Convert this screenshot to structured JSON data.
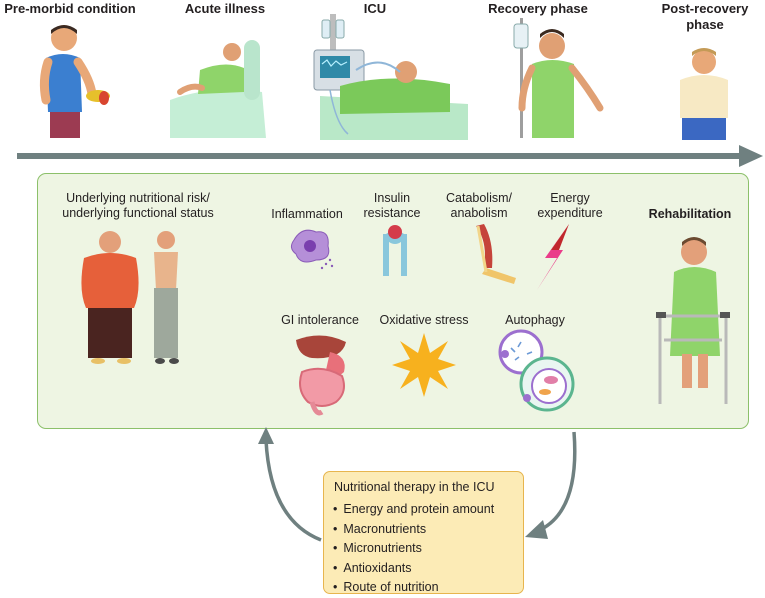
{
  "phases": [
    "Pre-morbid condition",
    "Acute illness",
    "ICU",
    "Recovery phase",
    "Post-recovery phase"
  ],
  "panel": {
    "nutritional_risk": "Underlying nutritional risk/ underlying functional status",
    "inflammation": "Inflammation",
    "insulin": "Insulin resistance",
    "catabolism": "Catabolism/ anabolism",
    "energy": "Energy expenditure",
    "rehabilitation": "Rehabilitation",
    "gi": "GI intolerance",
    "oxidative": "Oxidative stress",
    "autophagy": "Autophagy"
  },
  "therapy": {
    "title": "Nutritional therapy in the ICU",
    "items": [
      "Energy and protein amount",
      "Macronutrients",
      "Micronutrients",
      "Antioxidants",
      "Route of nutrition"
    ]
  },
  "colors": {
    "timeline": "#6f8080",
    "panel_fill": "#eef5e3",
    "panel_border": "#8cc06a",
    "therapy_fill": "#fcebb6",
    "therapy_border": "#e7b54e"
  }
}
